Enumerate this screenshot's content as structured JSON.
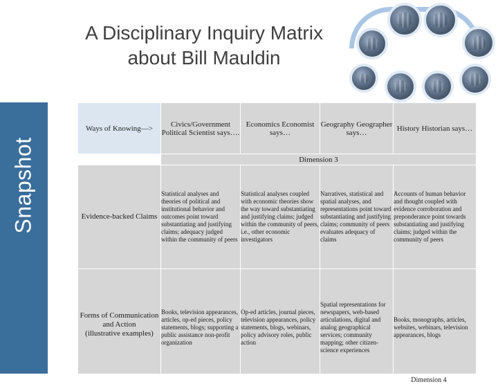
{
  "title": "A Disciplinary Inquiry Matrix about Bill Mauldin",
  "side_label": "Snapshot",
  "header": {
    "ways_of_knowing": "Ways of Knowing—>",
    "columns": [
      "Civics/Government Political Scientist says….",
      "Economics Economist says…",
      "Geography Geographer says…",
      "History Historian says…"
    ]
  },
  "dimension3_label": "Dimension 3",
  "evidence_row": {
    "label": "Evidence-backed Claims",
    "cells": [
      "Statistical analyses and theories of political and institutional behavior and outcomes point toward substantiating and justifying claims; adequacy judged within the community of peers",
      "Statistical analyses coupled with economic theories show the way toward substantiating and justifying claims; judged within the community of peers, i.e., other economic investigators",
      "Narratives, statistical and spatial analyses, and representations point toward substantiating and justifying claims; community of peers evaluates adequacy of claims",
      "Accounts of human behavior and thought coupled with evidence corroboration and preponderance point towards substantiating and justifying claims; judged within the community of peers"
    ]
  },
  "dimension4_label": "Dimension 4",
  "forms_row": {
    "label_bold": "Forms of Communication and Action",
    "label_note": "(illustrative examples)",
    "cells": [
      "Books, television appearances, articles, op-ed pieces, policy statements, blogs; supporting a public assistance non-profit organization",
      "Op-ed articles, journal pieces, television appearances, policy statements, blogs, webinars, policy advisory roles, public action",
      "Spatial representations for newspapers, web-based articulations, digital and analog geographical services; community mapping; other citizen-science experiences",
      "Books, monographs, articles, websites, webinars, television appearances, blogs"
    ]
  },
  "colors": {
    "side_bar": "#3a6e9b",
    "header_bg": "#dbe6f1",
    "cell_bg": "#d6d6d6"
  }
}
